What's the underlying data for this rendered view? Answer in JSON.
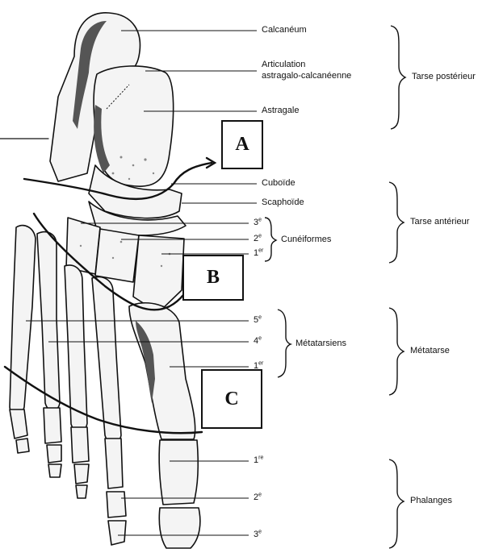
{
  "labels": {
    "calcaneum": "Calcanéum",
    "articulation_line1": "Articulation",
    "articulation_line2": "astragalo-calcanéenne",
    "astragale": "Astragale",
    "cuboide": "Cuboïde",
    "scaphoide": "Scaphoïde",
    "cuneiformes": "Cunéiformes",
    "metatarsiens": "Métatarsiens",
    "tarse_posterieur": "Tarse postérieur",
    "tarse_anterieur": "Tarse antérieur",
    "metatarse": "Métatarse",
    "phalanges": "Phalanges"
  },
  "ordinals": {
    "cun_3": "3",
    "cun_3_sup": "e",
    "cun_2": "2",
    "cun_2_sup": "e",
    "cun_1": "1",
    "cun_1_sup": "er",
    "met_5": "5",
    "met_5_sup": "e",
    "met_4": "4",
    "met_4_sup": "e",
    "met_1": "1",
    "met_1_sup": "er",
    "ph_1": "1",
    "ph_1_sup": "re",
    "ph_2": "2",
    "ph_2_sup": "e",
    "ph_3": "3",
    "ph_3_sup": "e"
  },
  "boxes": {
    "a": "A",
    "b": "B",
    "c": "C"
  },
  "colors": {
    "ink": "#111111",
    "bone_fill": "#f4f4f4",
    "shade": "#555555"
  }
}
